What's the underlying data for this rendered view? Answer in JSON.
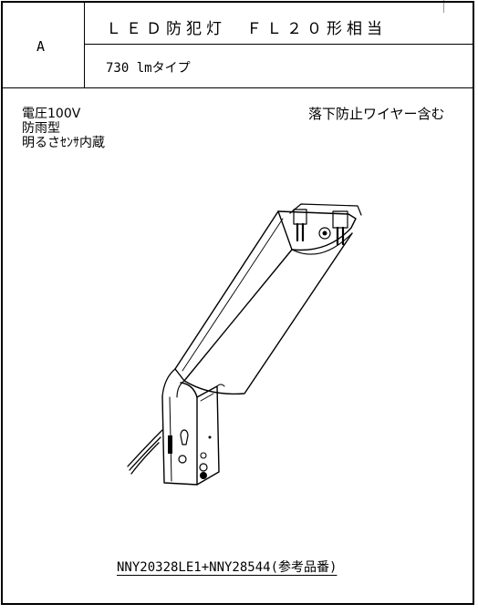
{
  "header": {
    "code": "A",
    "title": "ＬＥＤ防犯灯　ＦＬ２０形相当",
    "subtitle": "730 lmタイプ"
  },
  "specs": {
    "lines": [
      "電圧100V",
      "防雨型",
      "明るさｾﾝｻ内蔵"
    ],
    "note": "落下防止ワイヤー含む"
  },
  "footer": {
    "part_number": "NNY20328LE1+NNY28544(参考品番)"
  }
}
